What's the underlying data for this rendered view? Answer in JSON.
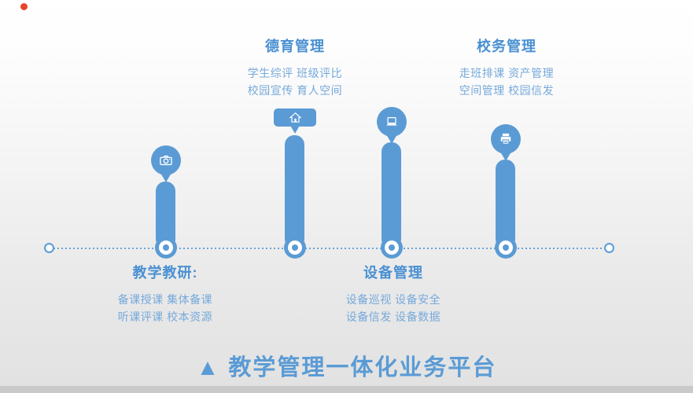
{
  "colors": {
    "accent_blue": "#5b9bd5",
    "heading_blue": "#4a90d2",
    "body_text_blue": "#76a9db",
    "background_top": "#ffffff",
    "background_bottom": "#e2e2e2",
    "bottom_strip": "#c9c9c9",
    "record_dot_red": "#e8432d"
  },
  "groups": [
    {
      "id": "teaching",
      "title": "教学教研:",
      "line1": "备课授课 集体备课",
      "line2": "听课评课 校本资源",
      "icon": "camera-icon",
      "balloon_shape": "circle",
      "position": "below-line"
    },
    {
      "id": "moral",
      "title": "德育管理",
      "line1": "学生综评 班级评比",
      "line2": "校园宣传 育人空间",
      "icon": "home-icon",
      "balloon_shape": "rounded-rect",
      "position": "above-line"
    },
    {
      "id": "device",
      "title": "设备管理",
      "line1": "设备巡视 设备安全",
      "line2": "设备信发 设备数据",
      "icon": "laptop-icon",
      "balloon_shape": "circle",
      "position": "below-line"
    },
    {
      "id": "school",
      "title": "校务管理",
      "line1": "走班排课 资产管理",
      "line2": "空间管理 校园信发",
      "icon": "printer-icon",
      "balloon_shape": "circle",
      "position": "above-line"
    }
  ],
  "footer": {
    "title": "▲ 教学管理一体化业务平台"
  }
}
